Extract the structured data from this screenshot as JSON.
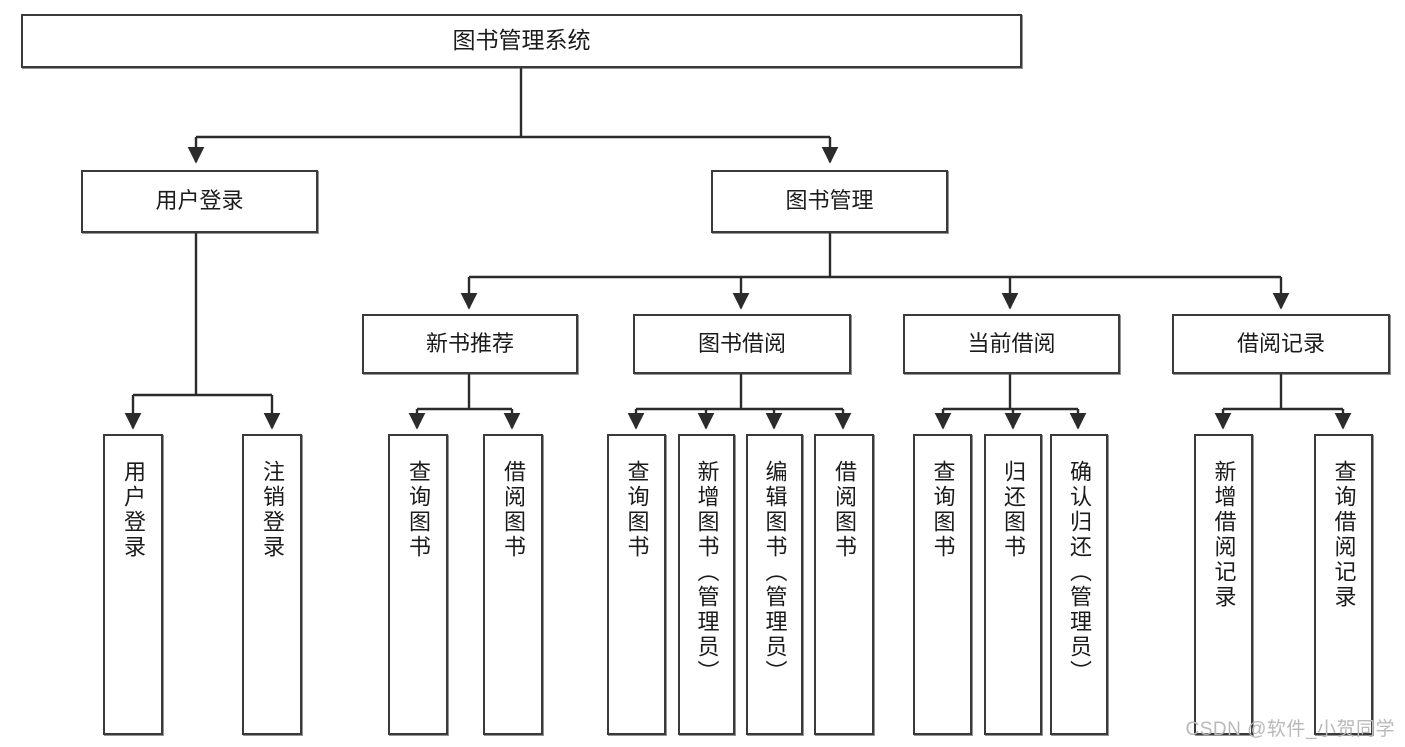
{
  "diagram": {
    "title": "图书管理系统",
    "type": "hierarchy-tree",
    "watermark": "CSDN @软件_小贺同学",
    "colors": {
      "box_border": "#3a3a3a",
      "box_fill": "#ffffff",
      "connector": "#2b2b2b",
      "text": "#1b1b1b",
      "watermark": "#b9b9b9"
    },
    "nodes": {
      "root": {
        "label": "图书管理系统"
      },
      "level2": [
        {
          "label": "用户登录"
        },
        {
          "label": "图书管理"
        }
      ],
      "level3": [
        {
          "label": "新书推荐"
        },
        {
          "label": "图书借阅"
        },
        {
          "label": "当前借阅"
        },
        {
          "label": "借阅记录"
        }
      ],
      "leaves": {
        "user_login": [
          {
            "label": "用户登录"
          },
          {
            "label": "注销登录"
          }
        ],
        "new_book_recommend": [
          {
            "label": "查询图书"
          },
          {
            "label": "借阅图书"
          }
        ],
        "book_borrow": [
          {
            "label": "查询图书"
          },
          {
            "label": "新增图书（管理员）"
          },
          {
            "label": "编辑图书（管理员）"
          },
          {
            "label": "借阅图书"
          }
        ],
        "current_borrow": [
          {
            "label": "查询图书"
          },
          {
            "label": "归还图书"
          },
          {
            "label": "确认归还（管理员）"
          }
        ],
        "borrow_record": [
          {
            "label": "新增借阅记录"
          },
          {
            "label": "查询借阅记录"
          }
        ]
      }
    }
  }
}
